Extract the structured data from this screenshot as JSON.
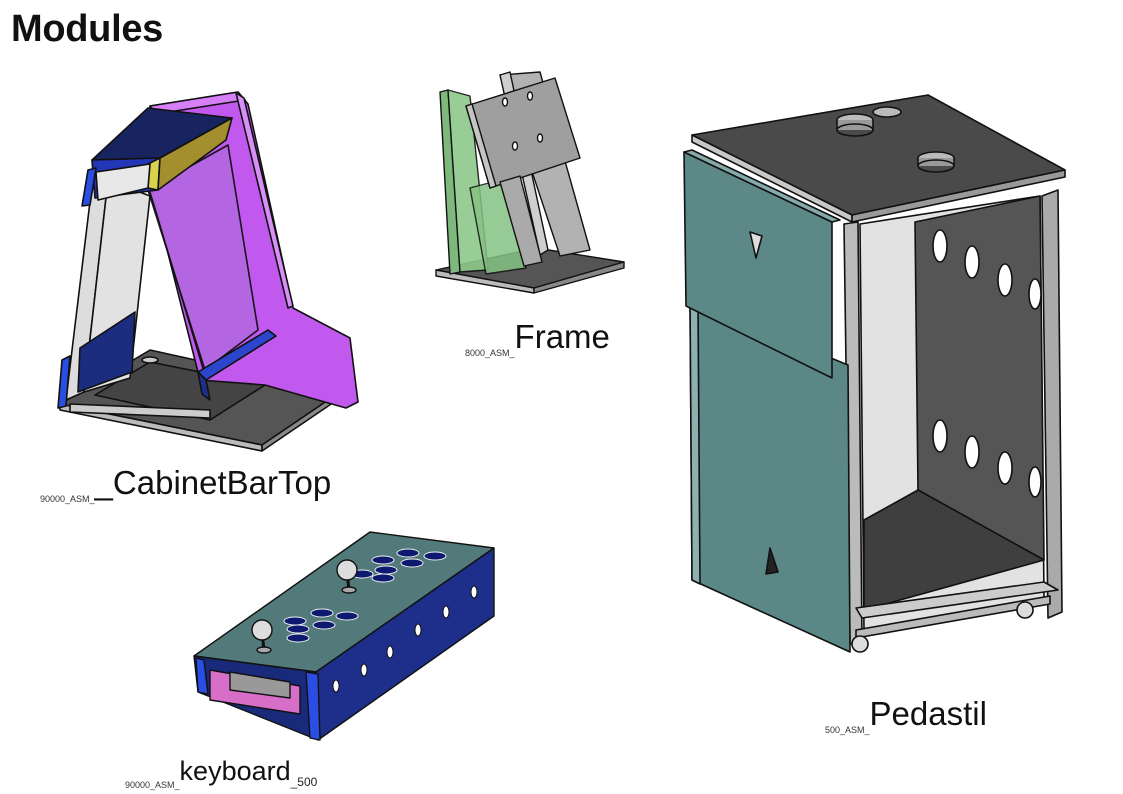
{
  "page": {
    "title": "Modules"
  },
  "modules": [
    {
      "id": "cabinet",
      "prefix": "90000_ASM_",
      "name": "_CabinetBarTop",
      "suffix": "",
      "model_icon": "arcade-cabinet-bartop-3d-model"
    },
    {
      "id": "frame",
      "prefix": "8000_ASM_",
      "name": "Frame",
      "suffix": "",
      "model_icon": "frame-stand-3d-model"
    },
    {
      "id": "pedastil",
      "prefix": "500_ASM_",
      "name": "Pedastil",
      "suffix": "",
      "model_icon": "pedestal-cabinet-3d-model"
    },
    {
      "id": "keyboard",
      "prefix": "90000_ASM_",
      "name": "keyboard",
      "suffix": "_500",
      "model_icon": "arcade-control-panel-3d-model"
    }
  ],
  "colors": {
    "purple_side": "#b457e6",
    "navy": "#1b2f8c",
    "blue_edge": "#2244dd",
    "teal_panel": "#5a8585",
    "green_panel": "#8cc48a",
    "grey_panel": "#a9a9a9",
    "dark_grey": "#5a5a5a"
  }
}
